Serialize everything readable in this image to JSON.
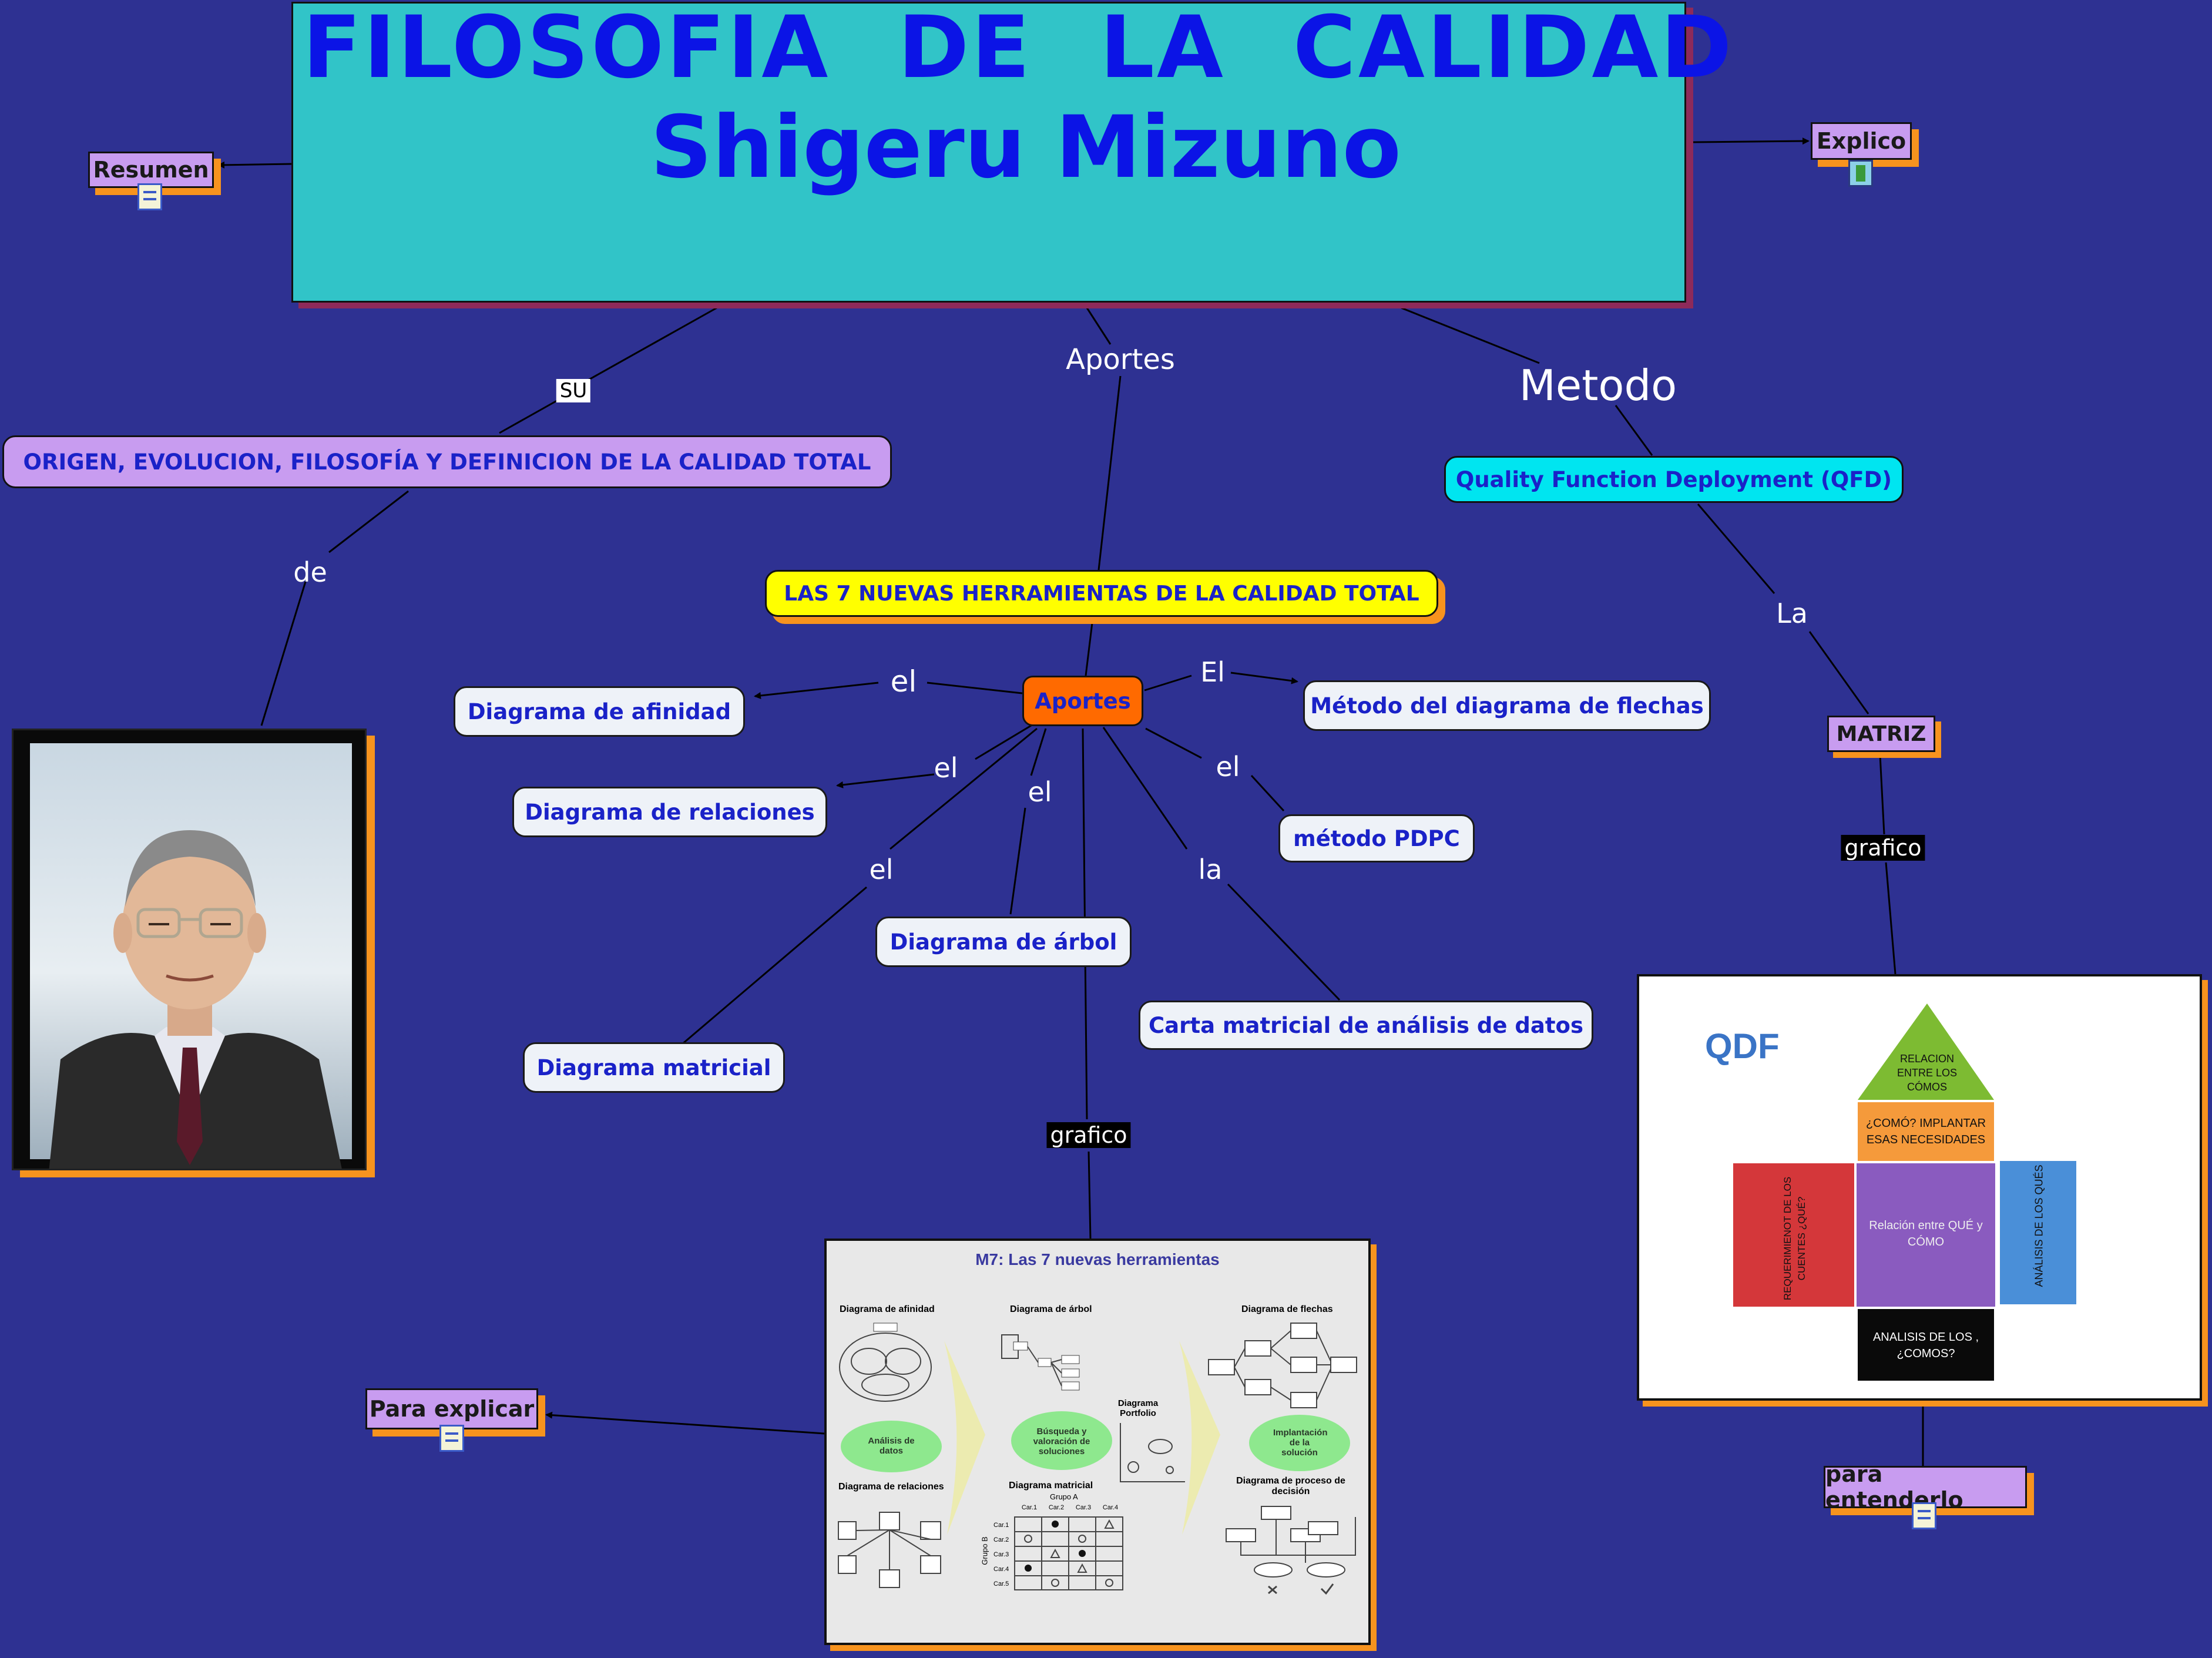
{
  "title": {
    "line1": "FILOSOFIA DE LA CALIDAD",
    "line2": "Shigeru Mizuno"
  },
  "resources": {
    "resumen": "Resumen",
    "explico": "Explico",
    "para_explicar": "Para explicar",
    "para_entenderlo": "para entenderlo"
  },
  "links": {
    "su": "SU",
    "aportes_top": "Aportes",
    "metodo": "Metodo",
    "de": "de",
    "la_qfd": "La",
    "grafico_matriz": "grafico",
    "grafico_center": "grafico",
    "el_afinidad": "el",
    "el_flechas": "El",
    "el_relaciones": "el",
    "el_arbol": "el",
    "el_pdpc": "el",
    "el_matricial": "el",
    "la_carta": "la"
  },
  "concepts": {
    "origen": "ORIGEN, EVOLUCION, FILOSOFÍA Y DEFINICION DE LA CALIDAD TOTAL",
    "qfd": "Quality Function Deployment (QFD)",
    "siete": "LAS 7 NUEVAS HERRAMIENTAS DE LA CALIDAD TOTAL",
    "aportes": "Aportes",
    "afinidad": "Diagrama de afinidad",
    "flechas": "Método del diagrama de flechas",
    "relaciones": "Diagrama de relaciones",
    "pdpc": "método PDPC",
    "arbol": "Diagrama de árbol",
    "matricial": "Diagrama matricial",
    "carta": "Carta matricial de análisis de datos",
    "matriz": "MATRIZ"
  },
  "m7": {
    "title": "M7: Las 7 nuevas herramientas",
    "afinidad": "Diagrama de afinidad",
    "arbol": "Diagrama de árbol",
    "flechas": "Diagrama de flechas",
    "analisis": "Análisis de datos",
    "busqueda": "Búsqueda y valoración de soluciones",
    "portfolio": "Diagrama Portfolio",
    "implantacion": "Implantación de la solución",
    "relaciones": "Diagrama de relaciones",
    "matricial": "Diagrama matricial",
    "proceso": "Diagrama de proceso de decisión",
    "grupo_a": "Grupo A",
    "grupo_b": "Grupo B",
    "cols": [
      "Car.1",
      "Car.2",
      "Car.3",
      "Car.4"
    ],
    "rows": [
      "Car.1",
      "Car.2",
      "Car.3",
      "Car.4",
      "Car.5"
    ]
  },
  "qdf": {
    "logo": "QDF",
    "roof": "RELACION ENTRE LOS CÓMOS",
    "como": "¿COMÓ? IMPLANTAR ESAS NECESIDADES",
    "left": "REQUERIMIENOT DE LOS CUENTES ¿QUÉ?",
    "center": "Relación entre QUÉ y CÓMO",
    "right": "ANÁLISIS DE LOS QUÉS",
    "bottom": "ANALISIS DE LOS , ¿COMOS?"
  },
  "colors": {
    "background": "#2e3192",
    "title_box": "#31c4c8",
    "title_text": "#0b14e6",
    "origen_box": "#c89cf0",
    "qfd_box": "#00e5f0",
    "siete_box": "#ffff00",
    "aportes_box": "#ff6a00",
    "resource_box": "#c89cf0",
    "shadow": "#f7931e"
  }
}
